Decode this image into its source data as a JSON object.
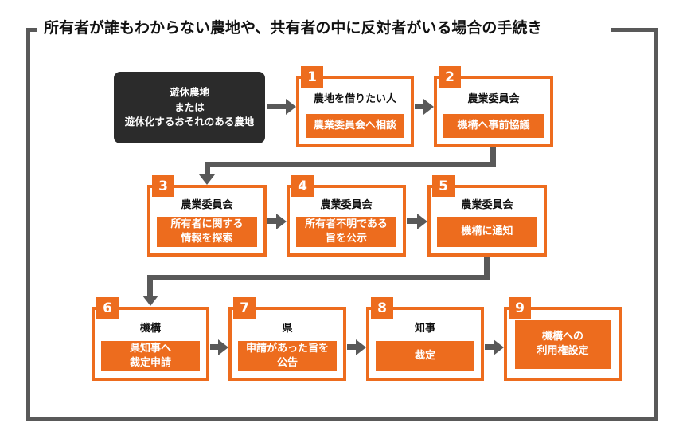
{
  "title": "所有者が誰もわからない農地や、共有者の中に反対者がいる場合の手続き",
  "colors": {
    "accent_orange": "#ED6C1E",
    "connector_gray": "#595959",
    "start_box_black": "#2B2B2B",
    "text_black": "#111111",
    "box_background": "#FFFFFF"
  },
  "start_box": {
    "text": "遊休農地\nまたは\n遊休化するおそれのある農地"
  },
  "steps": [
    {
      "number": "1",
      "actor": "農地を借りたい人",
      "action": "農業委員会へ相談"
    },
    {
      "number": "2",
      "actor": "農業委員会",
      "action": "機構へ事前協議"
    },
    {
      "number": "3",
      "actor": "農業委員会",
      "action": "所有者に関する\n情報を探索"
    },
    {
      "number": "4",
      "actor": "農業委員会",
      "action": "所有者不明である\n旨を公示"
    },
    {
      "number": "5",
      "actor": "農業委員会",
      "action": "機構に通知"
    },
    {
      "number": "6",
      "actor": "機構",
      "action": "県知事へ\n裁定申請"
    },
    {
      "number": "7",
      "actor": "県",
      "action": "申請があった旨を\n公告"
    },
    {
      "number": "8",
      "actor": "知事",
      "action": "裁定"
    },
    {
      "number": "9",
      "actor": "",
      "action": "機構への\n利用権設定"
    }
  ]
}
